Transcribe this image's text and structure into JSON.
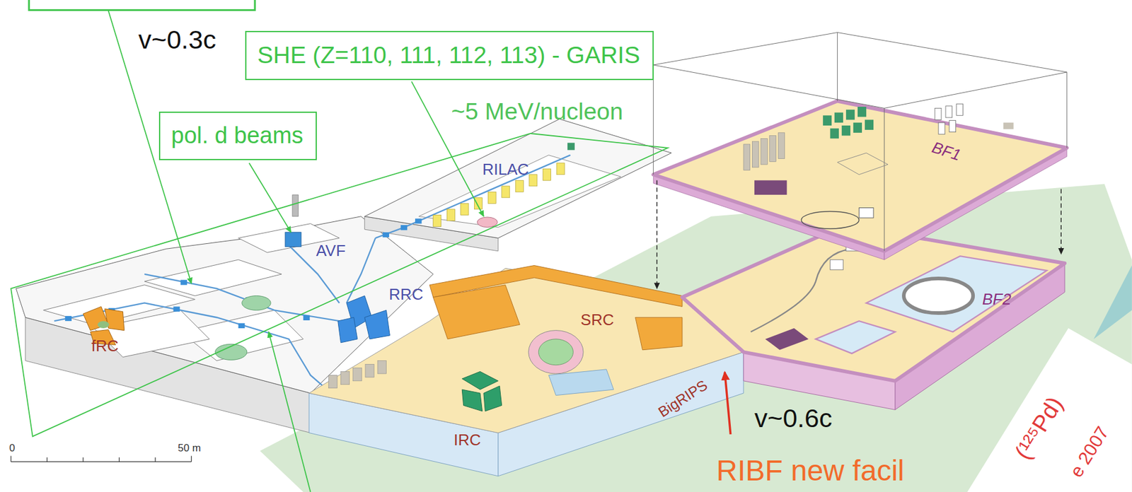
{
  "diagram": {
    "nodes": [
      {
        "text": [
          "SHE (Z=110, 111, 112, 113) - GARIS"
        ]
      },
      {
        "text": [
          "pol. d beams"
        ]
      }
    ],
    "labels": [
      "v~0.3c",
      "~5 MeV/nucleon",
      "RILAC",
      "AVF",
      "RRC",
      "fRC",
      "SRC",
      "IRC",
      "BigRIPS",
      "v~0.6c",
      "BF1",
      "BF2",
      "0",
      "50 m",
      "RIBF new facil",
      "(¹²⁵Pd)",
      "e 2007"
    ]
  }
}
